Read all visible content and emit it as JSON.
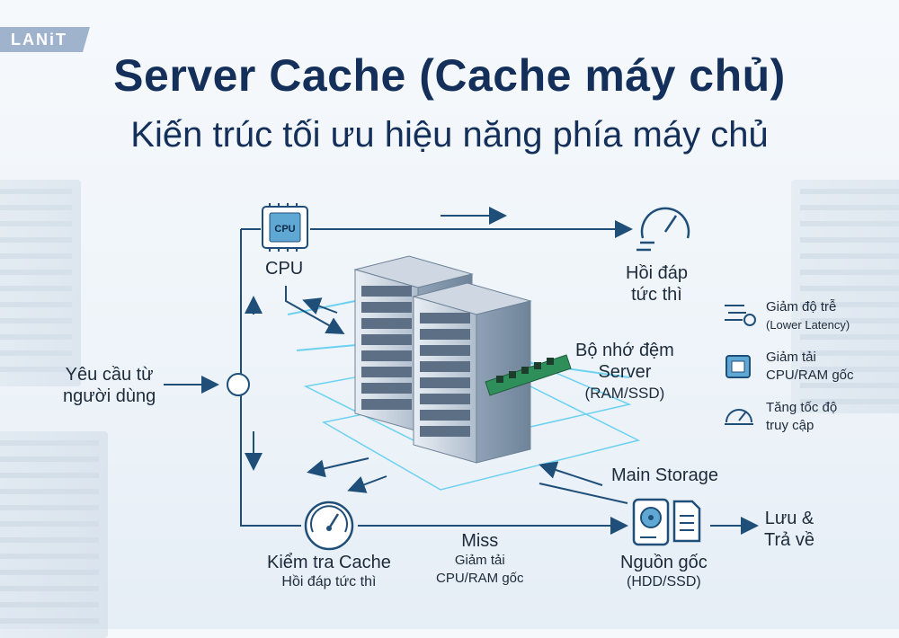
{
  "brand": {
    "logo": "LANiT"
  },
  "header": {
    "title": "Server Cache (Cache máy chủ)",
    "subtitle": "Kiến trúc tối ưu hiệu năng phía máy chủ"
  },
  "nodes": {
    "cpu": {
      "label": "CPU",
      "chip_text": "CPU"
    },
    "instant_response": {
      "line1": "Hồi đáp",
      "line2": "tức thì"
    },
    "user_request": {
      "line1": "Yêu cầu từ",
      "line2": "người dùng"
    },
    "cache_memory": {
      "line1": "Bộ nhớ đệm",
      "line2": "Server",
      "line3": "(RAM/SSD)"
    },
    "main_storage": {
      "label": "Main Storage"
    },
    "cache_check": {
      "title": "Kiểm tra Cache",
      "subtitle": "Hồi đáp tức thì"
    },
    "miss": {
      "label": "Miss",
      "line1": "Giảm tải",
      "line2": "CPU/RAM gốc"
    },
    "origin": {
      "title": "Nguồn gốc",
      "subtitle": "(HDD/SSD)"
    },
    "store_return": {
      "line1": "Lưu &",
      "line2": "Trả về"
    }
  },
  "benefits": [
    {
      "icon": "latency-icon",
      "line1": "Giảm độ trễ",
      "line2": "(Lower Latency)"
    },
    {
      "icon": "chip-icon",
      "line1": "Giảm tải",
      "line2": "CPU/RAM gốc"
    },
    {
      "icon": "speedometer-icon",
      "line1": "Tăng tốc độ",
      "line2": "truy cập"
    }
  ],
  "colors": {
    "title": "#14305a",
    "accent": "#2c7fb8",
    "flow": "#1f4e79",
    "glow": "#4cc9f0"
  }
}
